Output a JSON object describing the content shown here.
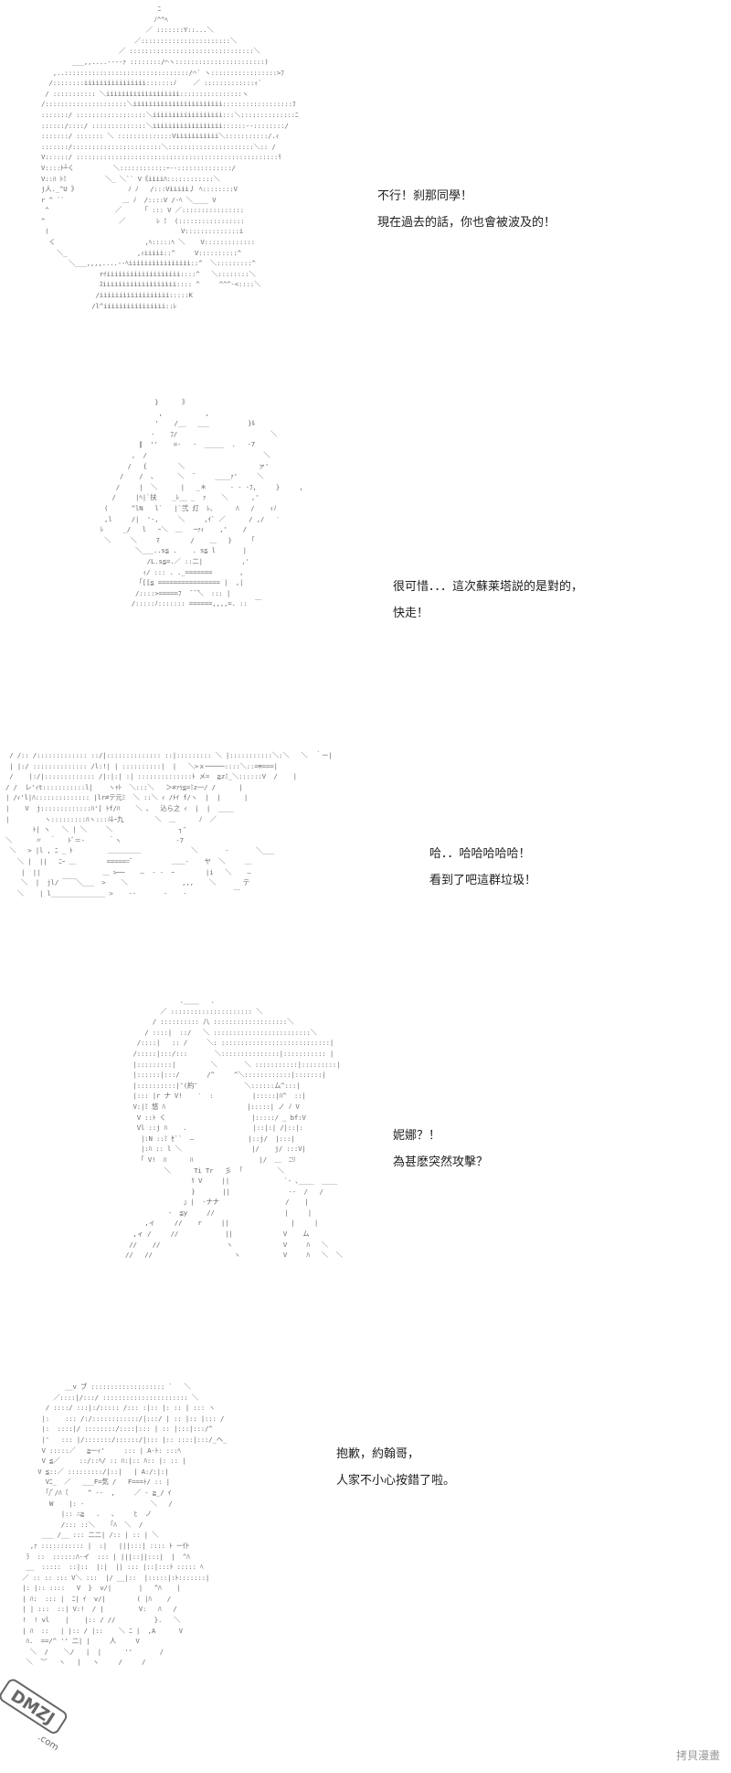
{
  "panels": [
    {
      "id": "panel-1",
      "lines": [
        "不行！刹那同學！",
        "現在過去的話，你也會被波及的！"
      ]
    },
    {
      "id": "panel-2",
      "lines": [
        "很可惜．．．這次蘇莱塔説的是對的，",
        "快走！"
      ]
    },
    {
      "id": "panel-3",
      "lines": [
        "哈．．哈哈哈哈哈！",
        "看到了吧這群垃圾！"
      ]
    },
    {
      "id": "panel-4",
      "lines": [
        "妮娜？！",
        "為甚麽突然攻擊？"
      ]
    },
    {
      "id": "panel-5",
      "lines": [
        "抱歉，約翰哥，",
        "人家不小心按錯了啦。"
      ]
    }
  ],
  "logo": {
    "text": "DMZJ",
    "subtext": ".com",
    "color": "#555555"
  },
  "watermark": "拷貝漫畫"
}
